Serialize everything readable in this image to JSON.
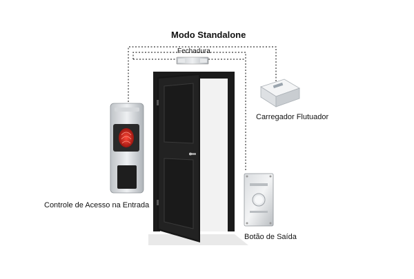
{
  "diagram": {
    "title": "Modo Standalone",
    "components": {
      "lock": "Fechadura",
      "charger": "Carregador Flutuador",
      "reader": "Controle de Acesso na Entrada",
      "exit_button": "Botão de Saída"
    }
  }
}
